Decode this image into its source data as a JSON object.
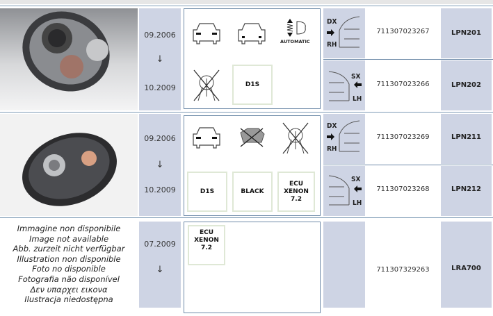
{
  "rows": [
    {
      "date_from": "09.2006",
      "arrow": "↓",
      "date_to": "10.2009",
      "icons": [
        "car-front-headlight-icon",
        "car-front-fog-icon",
        "automatic-leveling-icon",
        "no-motor-crossed-icon"
      ],
      "automatic_label": "AUTOMATIC",
      "tags": [
        "D1S"
      ],
      "variants": [
        {
          "side": "right",
          "side_labels": [
            "DX",
            "RH"
          ],
          "part_number": "711307023267",
          "code": "LPN201"
        },
        {
          "side": "left",
          "side_labels": [
            "SX",
            "LH"
          ],
          "part_number": "711307023266",
          "code": "LPN202"
        }
      ]
    },
    {
      "date_from": "09.2006",
      "arrow": "↓",
      "date_to": "10.2009",
      "icons": [
        "car-front-headlight-icon",
        "no-motor-leveling-crossed-icon",
        "no-motor-crossed-icon"
      ],
      "tags": [
        "D1S",
        "BLACK",
        "ECU XENON 7.2"
      ],
      "variants": [
        {
          "side": "right",
          "side_labels": [
            "DX",
            "RH"
          ],
          "part_number": "711307023269",
          "code": "LPN211"
        },
        {
          "side": "left",
          "side_labels": [
            "SX",
            "LH"
          ],
          "part_number": "711307023268",
          "code": "LPN212"
        }
      ]
    },
    {
      "date_from": "07.2009",
      "arrow": "↓",
      "tags": [
        "ECU XENON 7.2"
      ],
      "part_number": "711307329263",
      "code": "LRA700",
      "image_unavailable": [
        "Immagine non disponibile",
        "Image not available",
        "Abb. zurzeit nicht verfügbar",
        "Illustration non disponible",
        "Foto no disponible",
        "Fotografia não disponível",
        "Δεν υπαρχει εικονα",
        "Ilustracja niedostępna"
      ]
    }
  ],
  "colors": {
    "column_bg": "#ced4e4",
    "border": "#6d8aa8",
    "tag_border": "#dfe8d6"
  }
}
